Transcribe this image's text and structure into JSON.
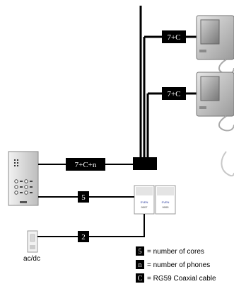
{
  "cables": {
    "monitor_top": "7+C",
    "monitor_bottom": "7+C",
    "panel_trunk": "7+C+n",
    "panel_to_psu": "5",
    "acdc_to_psu": "2"
  },
  "psu_units": {
    "left_brand": "SVEN",
    "left_model": "9007",
    "right_brand": "SVEN",
    "right_model": "9005"
  },
  "acdc_label": "ac/dc",
  "legend": [
    {
      "key": "5",
      "desc": "= number of cores"
    },
    {
      "key": "n",
      "desc": "= number of phones"
    },
    {
      "key": "C",
      "desc": "= RG59 Coaxial cable"
    }
  ]
}
